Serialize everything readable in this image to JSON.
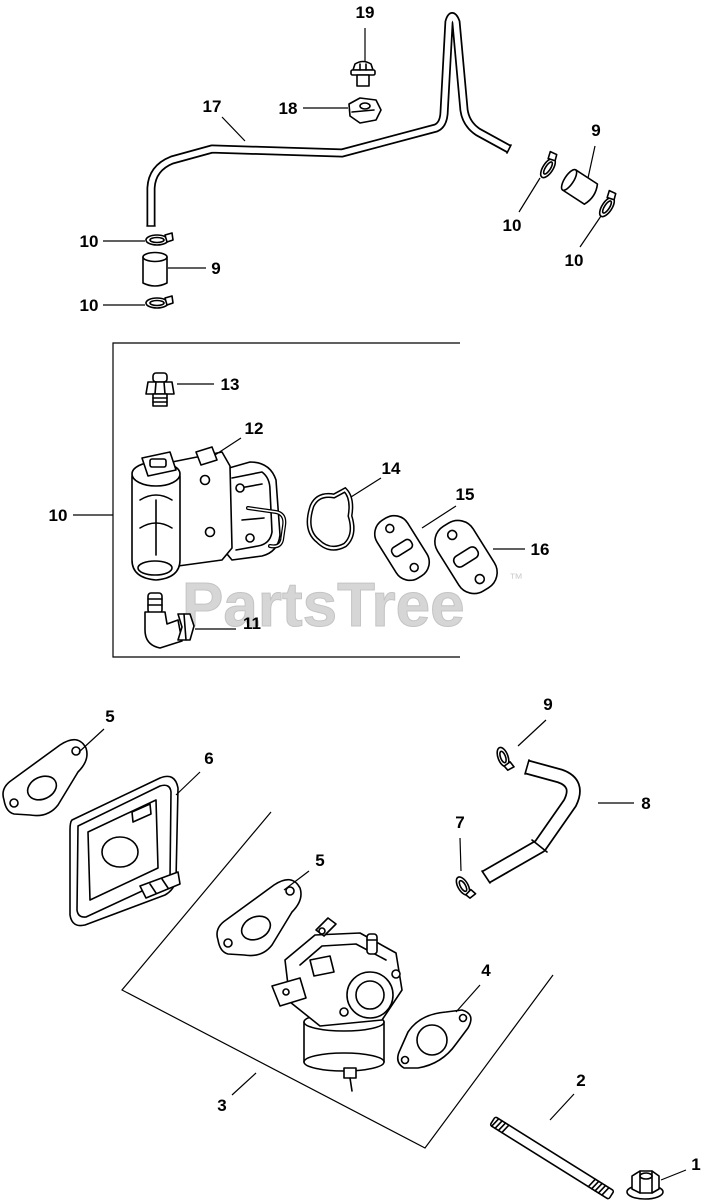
{
  "callouts": [
    "19",
    "18",
    "17",
    "9",
    "10",
    "10",
    "10",
    "9",
    "10",
    "10",
    "13",
    "12",
    "14",
    "15",
    "16",
    "11",
    "5",
    "6",
    "9",
    "8",
    "7",
    "5",
    "4",
    "3",
    "2",
    "1"
  ],
  "watermark": {
    "text": "PartsTree",
    "trademark": "™"
  },
  "colors": {
    "line": "#000000",
    "background": "#ffffff",
    "watermark": "#d6d6d6"
  }
}
